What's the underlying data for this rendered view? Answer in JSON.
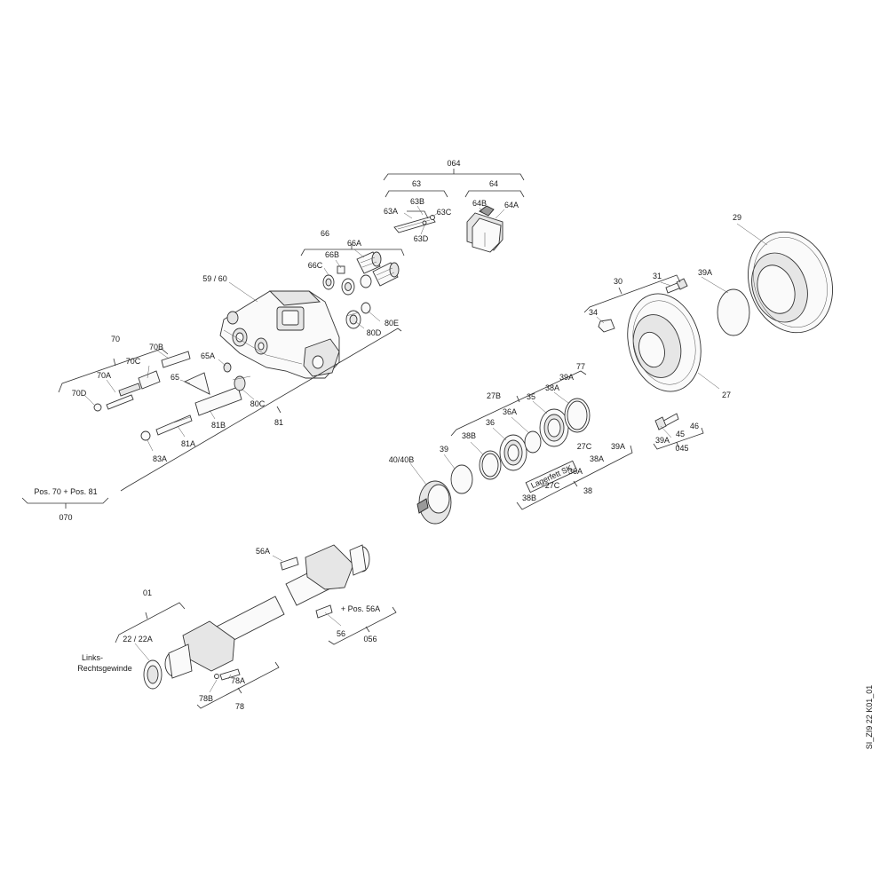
{
  "labels": {
    "l064": "064",
    "l63": "63",
    "l64": "64",
    "l63A": "63A",
    "l63B": "63B",
    "l63C": "63C",
    "l63D": "63D",
    "l64A": "64A",
    "l64B": "64B",
    "l66": "66",
    "l66A": "66A",
    "l66B": "66B",
    "l66C": "66C",
    "l5960": "59 / 60",
    "l80D": "80D",
    "l80E": "80E",
    "l80C": "80C",
    "l70": "70",
    "l70A": "70A",
    "l70B": "70B",
    "l70C": "70C",
    "l70D": "70D",
    "l65": "65",
    "l65A": "65A",
    "l81": "81",
    "l81A": "81A",
    "l81B": "81B",
    "l83A": "83A",
    "lPos7081": "Pos. 70 + Pos. 81",
    "l070": "070",
    "l29": "29",
    "l30": "30",
    "l31": "31",
    "l34": "34",
    "l39A_disc": "39A",
    "l27": "27",
    "l46": "46",
    "l45": "45",
    "l39A_045": "39A",
    "l045": "045",
    "l77": "77",
    "l39A_b": "39A",
    "l38A_b": "38A",
    "l35": "35",
    "l27B": "27B",
    "l36A_b": "36A",
    "l36": "36",
    "l38B_b": "38B",
    "l39": "39",
    "l4040B": "40/40B",
    "l27C_a": "27C",
    "l39A_c": "39A",
    "l38A_c": "38A",
    "lLagerfett": "Lagerfett SK",
    "l36A_c": "36A",
    "l27C_b": "27C",
    "l38B_c": "38B",
    "l38": "38",
    "l56A": "56A",
    "lPos56A": "+ Pos. 56A",
    "l56": "56",
    "l056": "056",
    "l01": "01",
    "l2222A": "22 / 22A",
    "lLinks": "Links-",
    "lRechts": "Rechtsgewinde",
    "l78A": "78A",
    "l78B": "78B",
    "l78": "78",
    "drawingId": "SI_ZI9 22 K01_01"
  }
}
